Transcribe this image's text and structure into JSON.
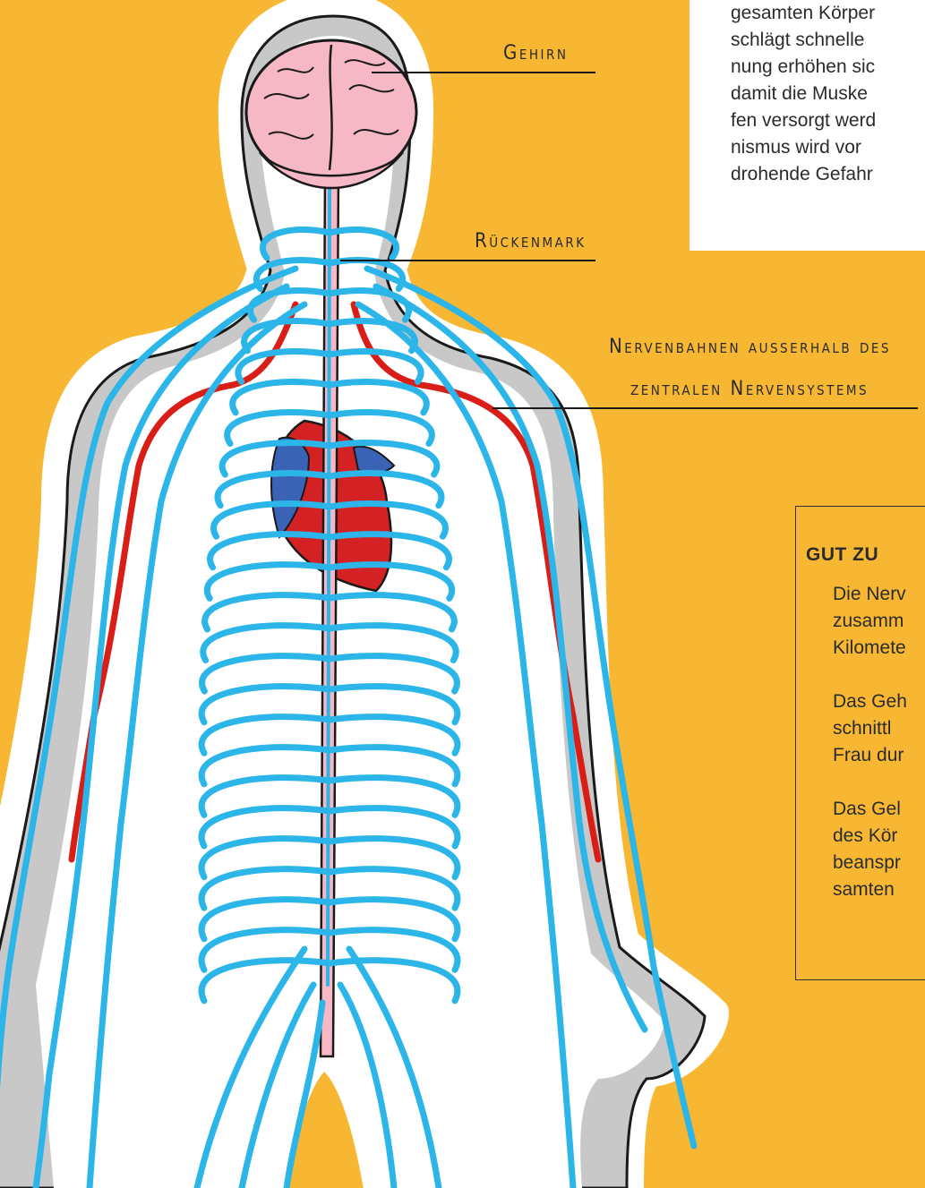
{
  "labels": {
    "brain": "Gehirn",
    "spinal_cord": "Rückenmark",
    "peripheral_line1": "Nervenbahnen ausserhalb des",
    "peripheral_line2": "zentralen Nervensystems"
  },
  "text_panel": {
    "lines": [
      "gesamten Körper",
      "schlägt schnelle",
      "nung erhöhen sic",
      "damit die Muske",
      "fen versorgt werd",
      "nismus wird vor",
      "drohende Gefahr"
    ]
  },
  "info_box": {
    "title": "GUT ZU",
    "fact1": "Die Nerv\nzusamm\nKilomete",
    "fact2": "Das Geh\nschnittl\nFrau dur",
    "fact3": "Das Gel\ndes Kör\nbeanspr\nsamten"
  },
  "colors": {
    "background": "#F7B733",
    "nerves": "#2BB5E8",
    "arteries": "#D91E18",
    "body_fill": "#FFFFFF",
    "body_shadow": "#C9C9C9",
    "brain": "#F7B8C5",
    "heart_red": "#D32124",
    "heart_blue": "#3A63B5"
  }
}
